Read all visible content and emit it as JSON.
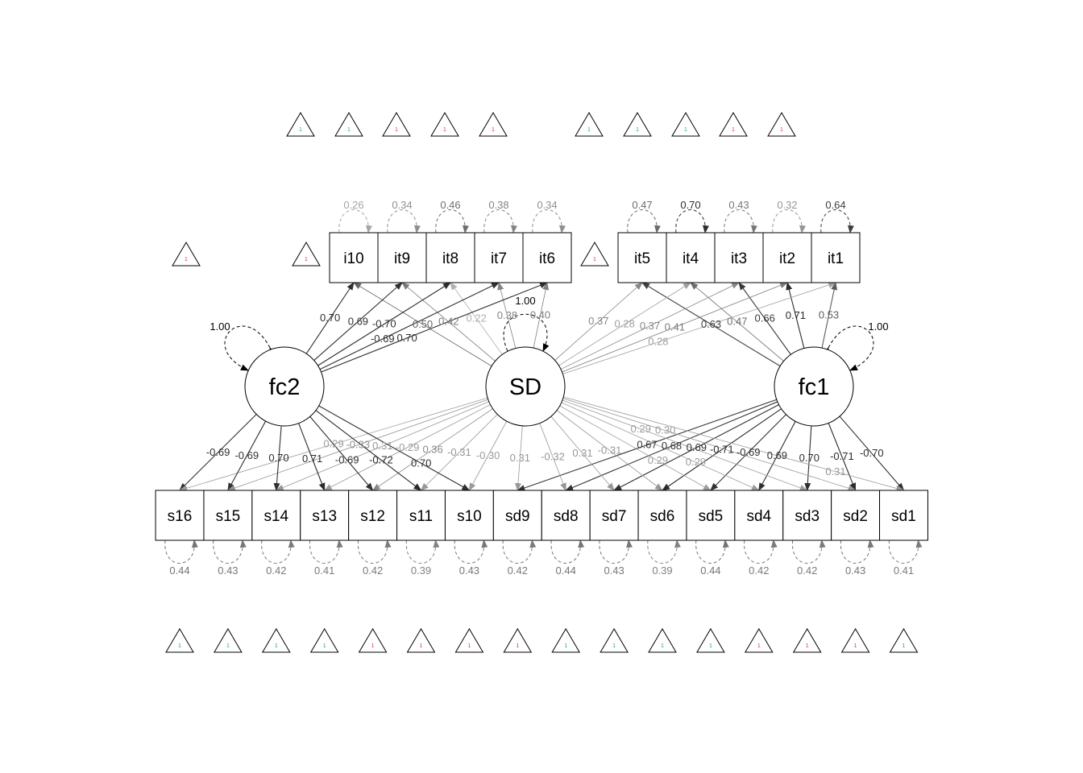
{
  "latents": [
    {
      "id": "fc2",
      "label": "fc2",
      "variance": "1.00"
    },
    {
      "id": "SD",
      "label": "SD",
      "variance": "1.00"
    },
    {
      "id": "fc1",
      "label": "fc1",
      "variance": "1.00"
    }
  ],
  "top_left_items": [
    {
      "label": "i10",
      "residual": "0.26",
      "fc2": "0.70",
      "sd": "0.50"
    },
    {
      "label": "it9",
      "residual": "0.34",
      "fc2": "0.69",
      "sd": "0.42"
    },
    {
      "label": "it8",
      "residual": "0.46",
      "fc2": "-0.70",
      "sd": "0.22"
    },
    {
      "label": "it7",
      "residual": "0.38",
      "fc2": "-0.69",
      "sd": "0.38"
    },
    {
      "label": "it6",
      "residual": "0.34",
      "fc2": "0.70",
      "sd": "0.40"
    }
  ],
  "top_right_items": [
    {
      "label": "it5",
      "residual": "0.47",
      "fc1": "0.63",
      "sd": "0.37"
    },
    {
      "label": "it4",
      "residual": "0.70",
      "fc1": "0.47",
      "sd": "0.28"
    },
    {
      "label": "it3",
      "residual": "0.43",
      "fc1": "0.66",
      "sd": "0.37"
    },
    {
      "label": "it2",
      "residual": "0.32",
      "fc1": "0.71",
      "sd": "0.41"
    },
    {
      "label": "it1",
      "residual": "0.64",
      "fc1": "0.53",
      "sd": "0.28"
    }
  ],
  "bottom_items": [
    {
      "label": "s16",
      "residual": "0.44",
      "loading": "-0.69",
      "sd": "0.29"
    },
    {
      "label": "s15",
      "residual": "0.43",
      "loading": "-0.69",
      "sd": "-0.33"
    },
    {
      "label": "s14",
      "residual": "0.42",
      "loading": "0.70",
      "sd": "0.31"
    },
    {
      "label": "s13",
      "residual": "0.41",
      "loading": "0.71",
      "sd": "-0.29"
    },
    {
      "label": "s12",
      "residual": "0.42",
      "loading": "-0.69",
      "sd": "0.36"
    },
    {
      "label": "s11",
      "residual": "0.39",
      "loading": "-0.72",
      "sd": "-0.31"
    },
    {
      "label": "s10",
      "residual": "0.43",
      "loading": "0.70",
      "sd": "-0.30"
    },
    {
      "label": "sd9",
      "residual": "0.42",
      "loading": "0.67",
      "sd": "0.31"
    },
    {
      "label": "sd8",
      "residual": "0.44",
      "loading": "0.68",
      "sd": "-0.32"
    },
    {
      "label": "sd7",
      "residual": "0.43",
      "loading": "0.69",
      "sd": "0.31"
    },
    {
      "label": "sd6",
      "residual": "0.39",
      "loading": "-0.71",
      "sd": "-0.31"
    },
    {
      "label": "sd5",
      "residual": "0.44",
      "loading": "-0.69",
      "sd": "0.29"
    },
    {
      "label": "sd4",
      "residual": "0.42",
      "loading": "0.69",
      "sd": "0.29"
    },
    {
      "label": "sd3",
      "residual": "0.42",
      "loading": "0.70",
      "sd": "0.29"
    },
    {
      "label": "sd2",
      "residual": "0.43",
      "loading": "-0.71",
      "sd": "0.30"
    },
    {
      "label": "sd1",
      "residual": "0.41",
      "loading": "-0.70",
      "sd": "0.31"
    }
  ],
  "intercept_label": "1",
  "intercepts": {
    "top": [
      "teal",
      "teal",
      "red",
      "red",
      "red",
      "teal",
      "teal",
      "teal",
      "red",
      "red"
    ],
    "middle": [
      "red",
      "red",
      "red"
    ],
    "bottom": [
      "teal",
      "teal",
      "teal",
      "teal",
      "red",
      "red",
      "red",
      "red",
      "teal",
      "teal",
      "teal",
      "teal",
      "red",
      "red",
      "red",
      "teal"
    ]
  },
  "colors": {
    "teal": "#2a9d9d",
    "red": "#d04040",
    "node": "#000000"
  }
}
